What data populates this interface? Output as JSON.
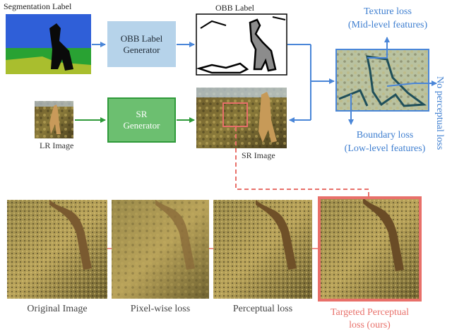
{
  "top": {
    "segmentation_label": "Segmentation Label",
    "obb_label": "OBB Label",
    "lr_image": "LR  Image",
    "sr_image": "SR Image",
    "obb_generator": {
      "line1": "OBB Label",
      "line2": "Generator"
    },
    "sr_generator": {
      "line1": "SR",
      "line2": "Generator"
    }
  },
  "losses": {
    "texture": {
      "line1": "Texture loss",
      "line2": "(Mid-level features)"
    },
    "boundary": {
      "line1": "Boundary loss",
      "line2": "(Low-level features)"
    },
    "no_perceptual": "No perceptual loss"
  },
  "bottom": {
    "captions": [
      "Original Image",
      "Pixel-wise loss",
      "Perceptual loss"
    ],
    "targeted": {
      "line1": "Targeted Perceptual",
      "line2": "loss (ours)"
    }
  },
  "colors": {
    "arrow_blue": "#4a86d8",
    "text_blue": "#3f7fd0",
    "arrow_green": "#2f9a3a",
    "highlight_red": "#e8706a",
    "obb_box": "#b6d3ea",
    "sr_box": "#6cbf70"
  }
}
